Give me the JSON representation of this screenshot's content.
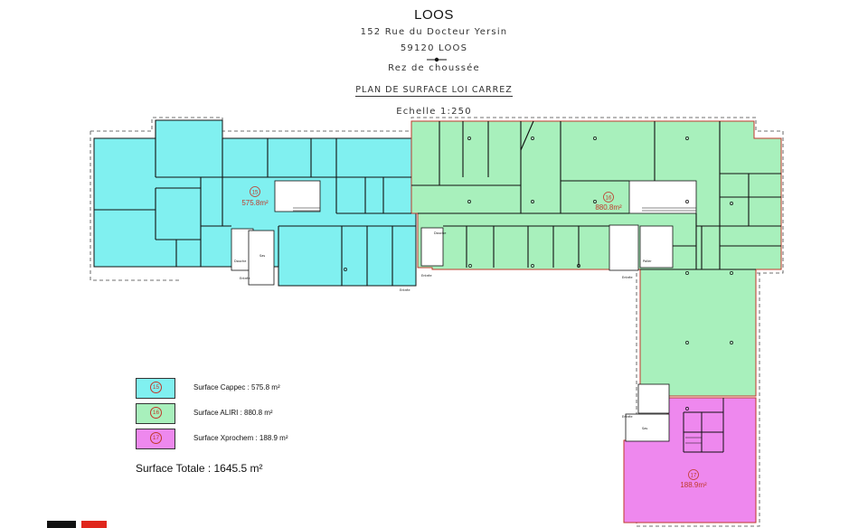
{
  "header": {
    "title": "LOOS",
    "address_line1": "152 Rue du Docteur Yersin",
    "address_line2": "59120 LOOS",
    "level": "Rez de choussée",
    "plan_title": "PLAN DE SURFACE LOI CARREZ",
    "scale": "Echelle 1:250"
  },
  "zones": [
    {
      "number": "15",
      "area": "575.8m²",
      "color": "#80f0f0"
    },
    {
      "number": "16",
      "area": "880.8m²",
      "color": "#a8f0bc"
    },
    {
      "number": "17",
      "area": "188.9m²",
      "color": "#ee88ee"
    }
  ],
  "legend": [
    {
      "number": "15",
      "label": "Surface Cappec : 575.8 m²",
      "color": "#80f0f0"
    },
    {
      "number": "16",
      "label": "Surface ALIRI : 880.8 m²",
      "color": "#a8f0bc"
    },
    {
      "number": "17",
      "label": "Surface Xprochem : 188.9 m²",
      "color": "#ee88ee"
    }
  ],
  "total": "Surface Totale : 1645.5 m²",
  "room_labels": {
    "sas": "Sas",
    "entree": "Entrée",
    "douche": "Douche",
    "palier": "Palier"
  },
  "colors": {
    "wall": "#111111",
    "zone_border": "#c0392b",
    "badge": "#c0392b",
    "footer_black": "#111111",
    "footer_red": "#e0261c"
  }
}
